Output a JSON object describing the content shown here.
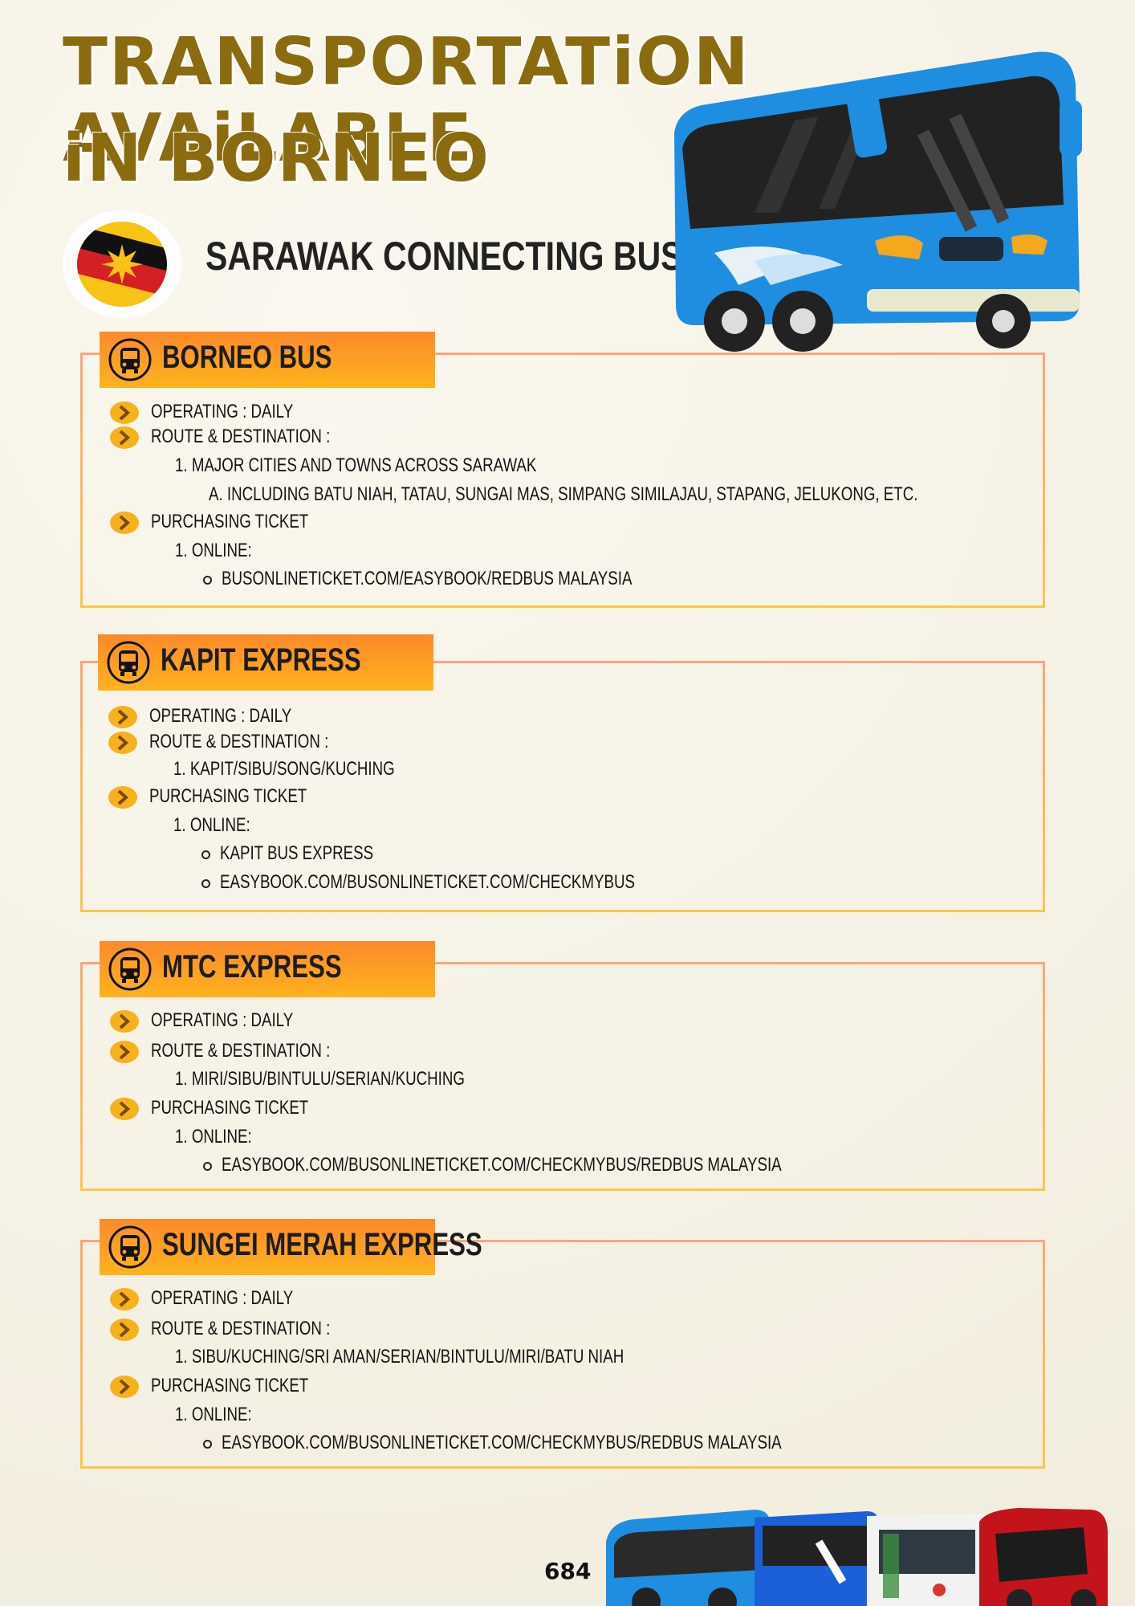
{
  "header": {
    "title_line1": "TRANSPORTATiON AVAiLABLE",
    "title_line2": "iN BORNEO",
    "subtitle": "SARAWAK CONNECTING BUS"
  },
  "companies": [
    {
      "name": "BORNEO BUS",
      "operating": "OPERATING : DAILY",
      "route_label": "ROUTE & DESTINATION :",
      "route_items": [
        "1. MAJOR CITIES AND TOWNS ACROSS SARAWAK"
      ],
      "route_subitems": [
        "A.  INCLUDING BATU NIAH, TATAU, SUNGAI MAS, SIMPANG SIMILAJAU, STAPANG, JELUKONG, ETC."
      ],
      "purchase_label": "PURCHASING TICKET",
      "purchase_method": "1. ONLINE:",
      "purchase_options": [
        "BUSONLINETICKET.COM/EASYBOOK/REDBUS MALAYSIA"
      ]
    },
    {
      "name": "KAPIT EXPRESS",
      "operating": "OPERATING : DAILY",
      "route_label": "ROUTE & DESTINATION :",
      "route_items": [
        "1. KAPIT/SIBU/SONG/KUCHING"
      ],
      "purchase_label": "PURCHASING TICKET",
      "purchase_method": "1. ONLINE:",
      "purchase_options": [
        "KAPIT BUS EXPRESS",
        "EASYBOOK.COM/BUSONLINETICKET.COM/CHECKMYBUS"
      ]
    },
    {
      "name": "MTC EXPRESS",
      "operating": "OPERATING : DAILY",
      "route_label": "ROUTE & DESTINATION :",
      "route_items": [
        "1. MIRI/SIBU/BINTULU/SERIAN/KUCHING"
      ],
      "purchase_label": "PURCHASING TICKET",
      "purchase_method": "1. ONLINE:",
      "purchase_options": [
        "EASYBOOK.COM/BUSONLINETICKET.COM/CHECKMYBUS/REDBUS MALAYSIA"
      ]
    },
    {
      "name": "SUNGEI MERAH EXPRESS",
      "operating": "OPERATING : DAILY",
      "route_label": "ROUTE & DESTINATION :",
      "route_items": [
        "1. SIBU/KUCHING/SRI AMAN/SERIAN/BINTULU/MIRI/BATU NIAH"
      ],
      "purchase_label": "PURCHASING TICKET",
      "purchase_method": "1. ONLINE:",
      "purchase_options": [
        "EASYBOOK.COM/BUSONLINETICKET.COM/CHECKMYBUS/REDBUS MALAYSIA"
      ]
    }
  ],
  "footer": {
    "page_number": "684"
  },
  "icons": {
    "flag": "sarawak-flag-icon",
    "bus": "bus-icon",
    "bullet": "chevron-right-icon",
    "hero": "blue-bus-illustration",
    "footer": "bus-fleet-illustration"
  },
  "colors": {
    "title": "#8a6b10",
    "tab_gradient_top": "#fb8a2a",
    "tab_gradient_bottom": "#ffb31e",
    "bullet": "#f6b21b"
  }
}
